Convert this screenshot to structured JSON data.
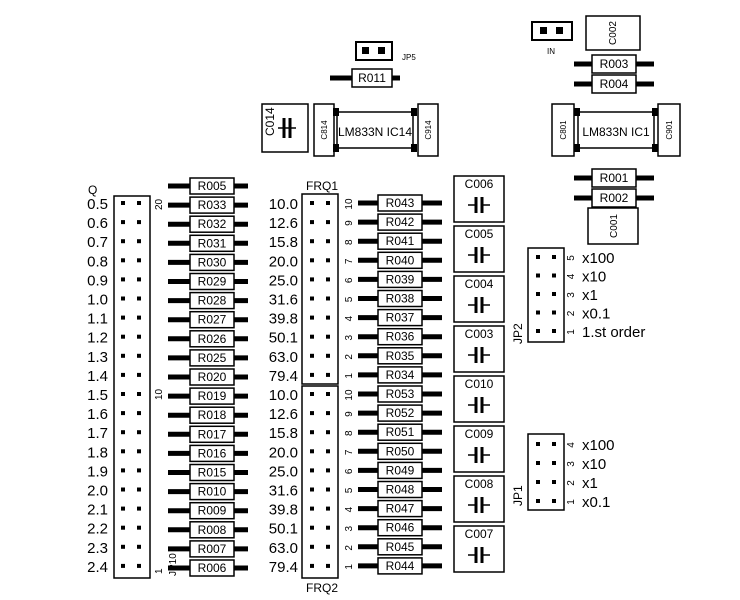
{
  "jumpers": {
    "jp5": "JP5",
    "in": "IN",
    "jp2": "JP2",
    "jp1": "JP1",
    "jp10": "JP10"
  },
  "ics": {
    "ic14": "LM833N IC14",
    "ic1": "LM833N IC1"
  },
  "caps_small": {
    "c014": "C014",
    "c814": "C814",
    "c914": "C914",
    "c002": "C002",
    "c801": "C801",
    "c901": "C901",
    "c001": "C001"
  },
  "top_resistors": {
    "r011": "R011",
    "r003": "R003",
    "r004": "R004",
    "r001": "R001",
    "r002": "R002"
  },
  "q_header": "Q",
  "q_values": [
    "0.5",
    "0.6",
    "0.7",
    "0.8",
    "0.9",
    "1.0",
    "1.1",
    "1.2",
    "1.3",
    "1.4",
    "1.5",
    "1.6",
    "1.7",
    "1.8",
    "1.9",
    "2.0",
    "2.1",
    "2.2",
    "2.3",
    "2.4"
  ],
  "q_pin_marks": {
    "top": "20",
    "mid": "10",
    "bottom": "1"
  },
  "q_resistors": [
    "R005",
    "R033",
    "R032",
    "R031",
    "R030",
    "R029",
    "R028",
    "R027",
    "R026",
    "R025",
    "R020",
    "R019",
    "R018",
    "R017",
    "R016",
    "R015",
    "R010",
    "R009",
    "R008",
    "R007",
    "R006"
  ],
  "frq1_label": "FRQ1",
  "frq2_label": "FRQ2",
  "frq_values": [
    "10.0",
    "12.6",
    "15.8",
    "20.0",
    "25.0",
    "31.6",
    "39.8",
    "50.1",
    "63.0",
    "79.4"
  ],
  "frq_pin_numbers": [
    "10",
    "9",
    "8",
    "7",
    "6",
    "5",
    "4",
    "3",
    "2",
    "1"
  ],
  "frq1_resistors": [
    "R043",
    "R042",
    "R041",
    "R040",
    "R039",
    "R038",
    "R037",
    "R036",
    "R035",
    "R034"
  ],
  "frq2_resistors": [
    "R053",
    "R052",
    "R051",
    "R050",
    "R049",
    "R048",
    "R047",
    "R046",
    "R045",
    "R044"
  ],
  "capacitors": [
    "C006",
    "C005",
    "C004",
    "C003",
    "C010",
    "C009",
    "C008",
    "C007"
  ],
  "jp2_labels": [
    "x100",
    "x10",
    "x1",
    "x0.1",
    "1.st order"
  ],
  "jp2_pins": [
    "5",
    "4",
    "3",
    "2",
    "1"
  ],
  "jp1_labels": [
    "x100",
    "x10",
    "x1",
    "x0.1"
  ],
  "jp1_pins": [
    "4",
    "3",
    "2",
    "1"
  ]
}
